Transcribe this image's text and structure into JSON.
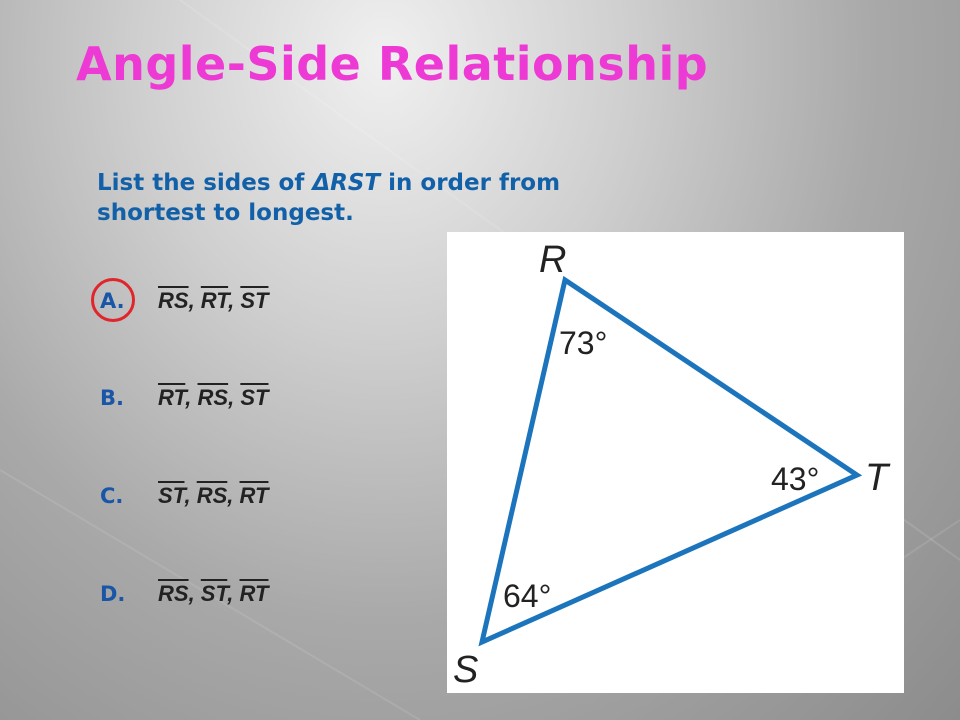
{
  "slide": {
    "title": "Angle-Side Relationship",
    "question_prefix": "List the sides of ",
    "triangle_symbol": "ΔRST",
    "question_suffix": " in order from shortest to longest.",
    "colors": {
      "title": "#ee3ad4",
      "question": "#1261a8",
      "triangle": "#1c75bc",
      "answer_circle": "#e0252b"
    }
  },
  "options": [
    {
      "letter": "A.",
      "s1": "RS",
      "s2": "RT",
      "s3": "ST",
      "selected": true
    },
    {
      "letter": "B.",
      "s1": "RT",
      "s2": "RS",
      "s3": "ST",
      "selected": false
    },
    {
      "letter": "C.",
      "s1": "ST",
      "s2": "RS",
      "s3": "RT",
      "selected": false
    },
    {
      "letter": "D.",
      "s1": "RS",
      "s2": "ST",
      "s3": "RT",
      "selected": false
    }
  ],
  "triangle": {
    "vertex_labels": {
      "r": "R",
      "s": "S",
      "t": "T"
    },
    "angles": {
      "r": "73°",
      "t": "43°",
      "s": "64°"
    }
  }
}
